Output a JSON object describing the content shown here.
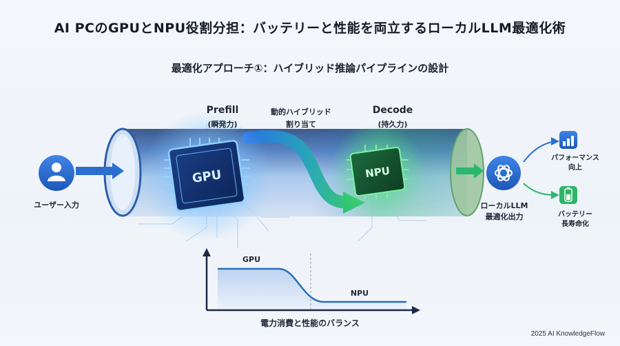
{
  "header": {
    "title": "AI PCのGPUとNPU役割分担：バッテリーと性能を両立するローカルLLM最適化術",
    "subtitle": "最適化アプローチ①：ハイブリッド推論パイプラインの設計"
  },
  "input": {
    "label": "ユーザー入力",
    "icon": "user-icon"
  },
  "gpu": {
    "chip_label": "GPU",
    "phase": "Prefill",
    "phase_note": "(瞬発力)",
    "color": "#2f7bff"
  },
  "handoff": {
    "line1": "動的ハイブリッド",
    "line2": "割り当て"
  },
  "npu": {
    "chip_label": "NPU",
    "phase": "Decode",
    "phase_note": "(持久力)",
    "color": "#2fbf6a"
  },
  "output": {
    "line1": "ローカルLLM",
    "line2": "最適化出力",
    "icon": "llm-logo-icon"
  },
  "benefits": [
    {
      "line1": "パフォーマンス",
      "line2": "向上",
      "icon": "chart-up-icon"
    },
    {
      "line1": "バッテリー",
      "line2": "長寿命化",
      "icon": "battery-icon"
    }
  ],
  "power_chart": {
    "high_label": "GPU",
    "low_label": "NPU",
    "caption": "電力消費と性能のバランス"
  },
  "footer": {
    "text": "2025 AI KnowledgeFlow"
  }
}
